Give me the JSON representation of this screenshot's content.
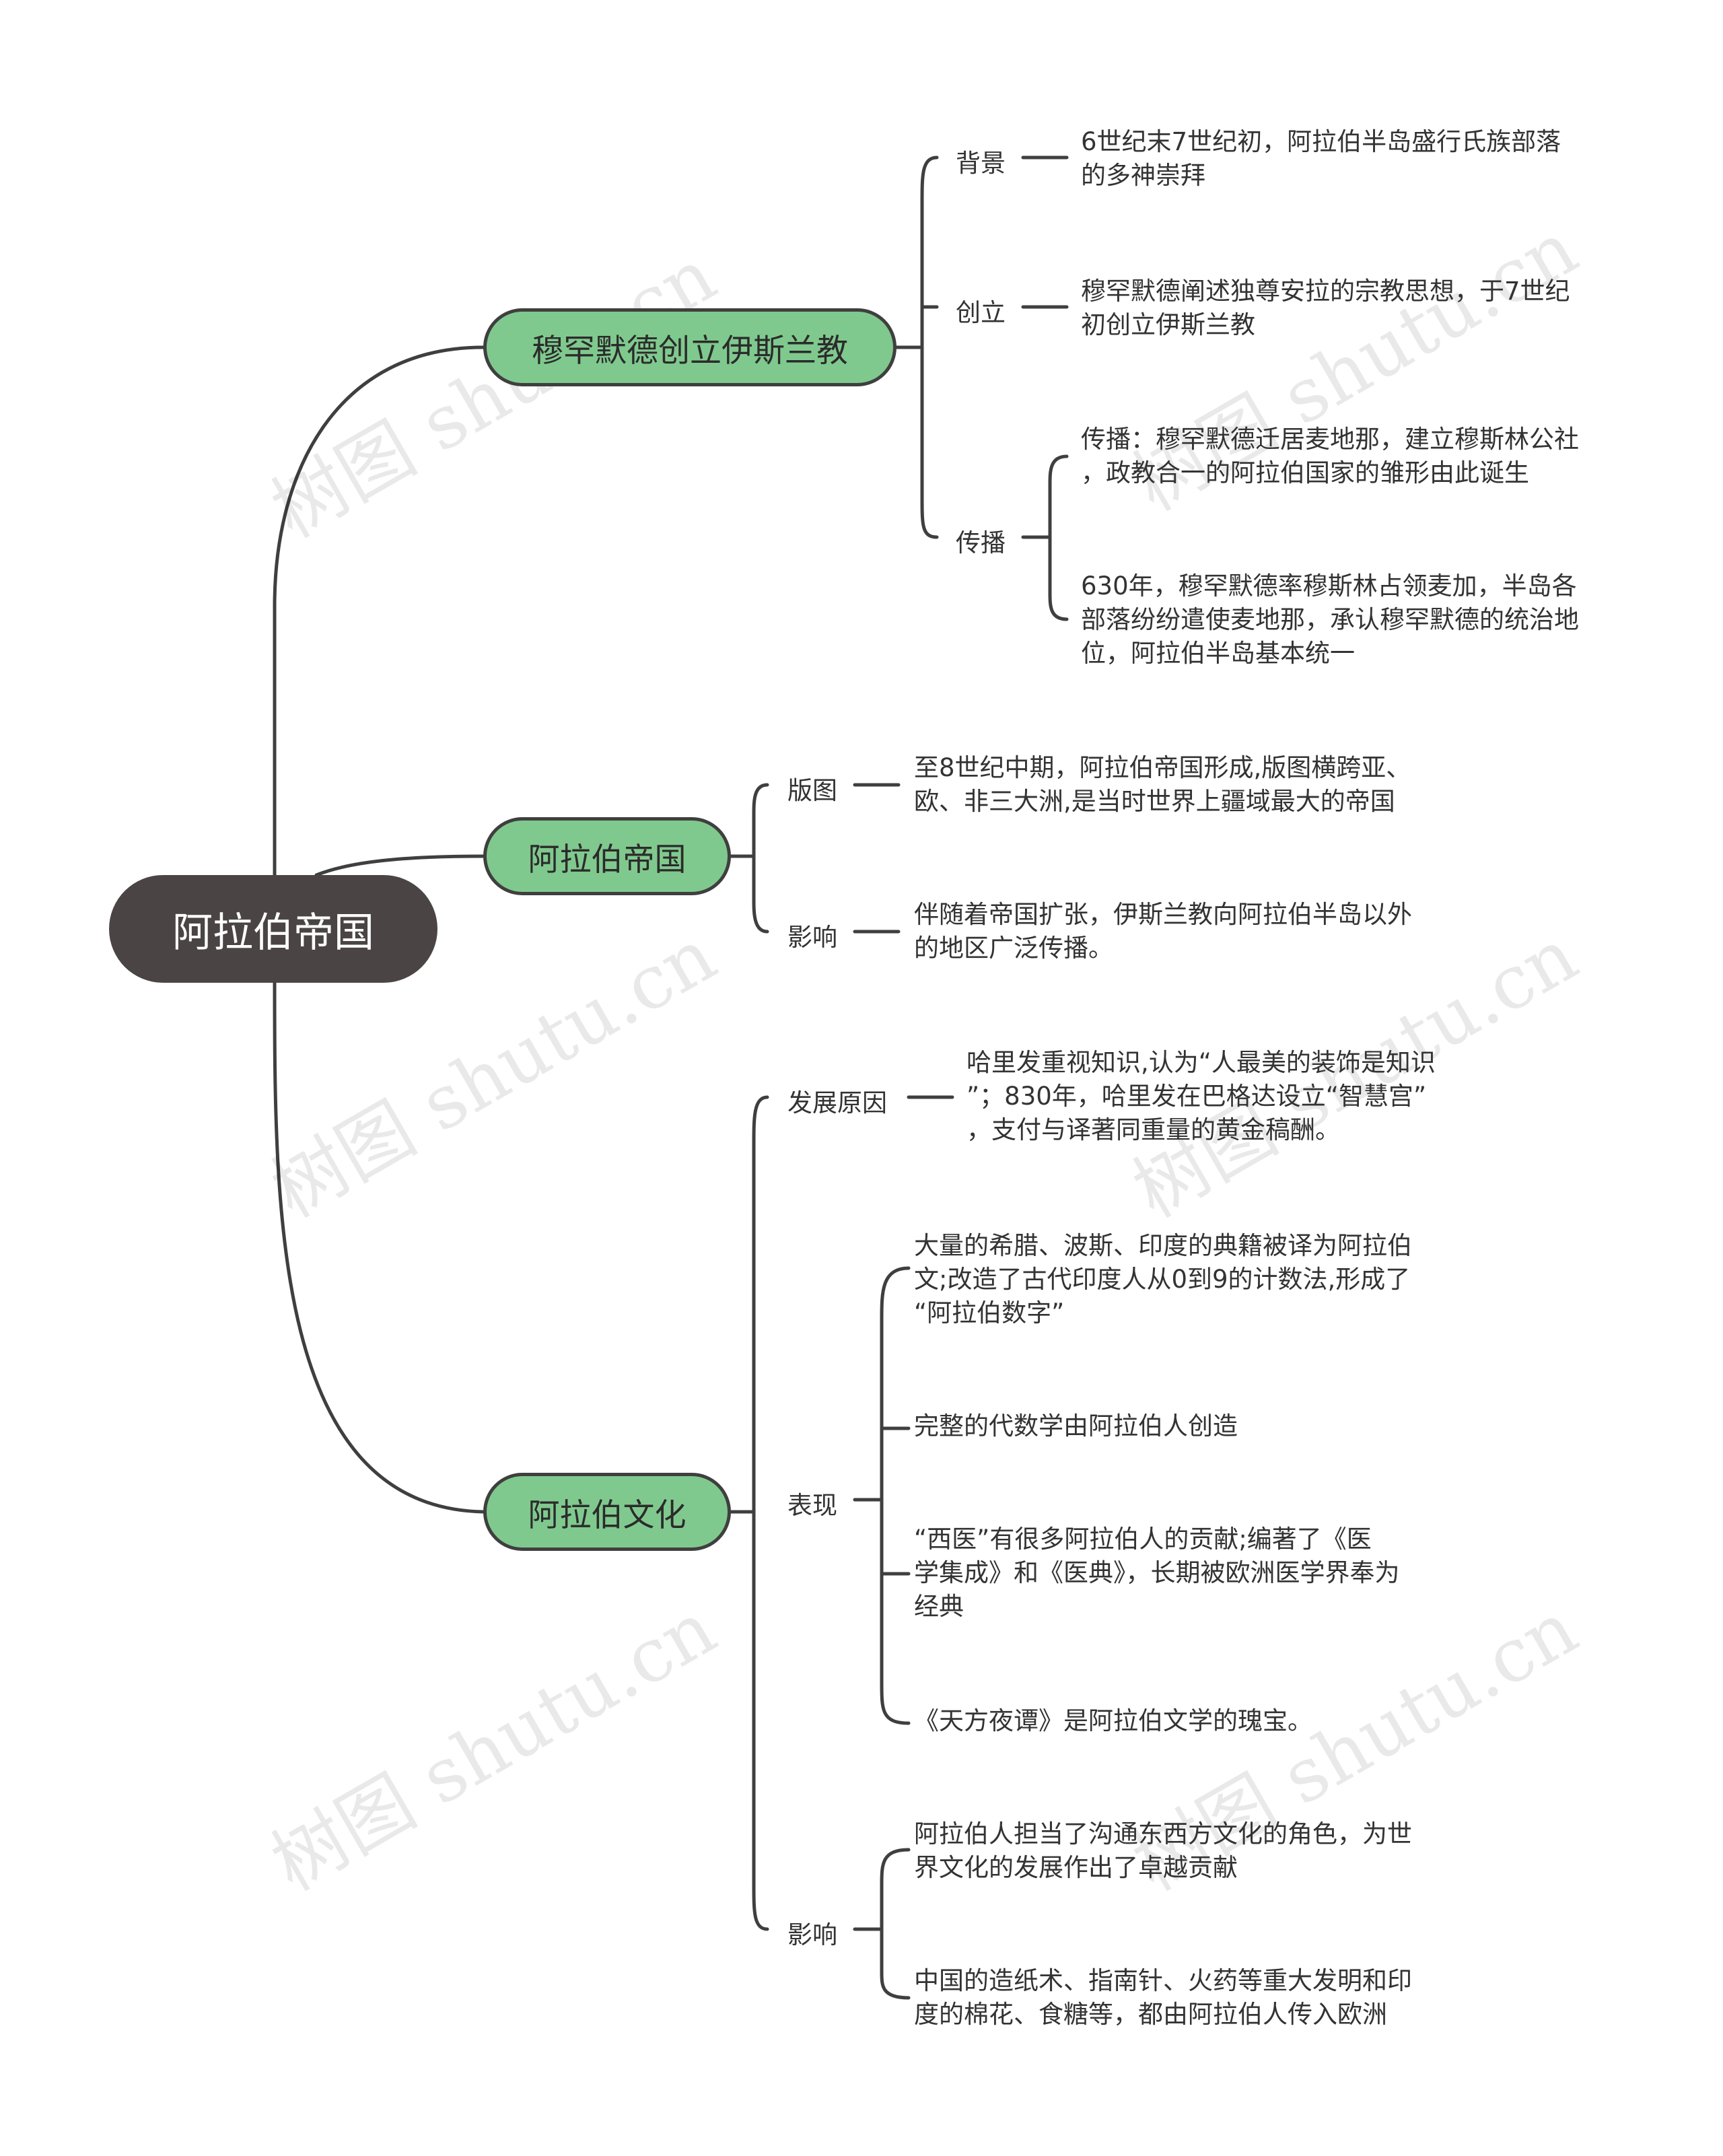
{
  "root": {
    "label": "阿拉伯帝国"
  },
  "watermark": "树图 shutu.cn",
  "branches": [
    {
      "label": "穆罕默德创立伊斯兰教",
      "children": [
        {
          "label": "背景",
          "leaves": [
            "6世纪末7世纪初，阿拉伯半岛盛行氏族部落\n的多神崇拜"
          ]
        },
        {
          "label": "创立",
          "leaves": [
            "穆罕默德阐述独尊安拉的宗教思想，于7世纪\n初创立伊斯兰教"
          ]
        },
        {
          "label": "传播",
          "leaves": [
            "传播：穆罕默德迁居麦地那，建立穆斯林公社\n，政教合一的阿拉伯国家的雏形由此诞生",
            "630年，穆罕默德率穆斯林占领麦加，半岛各\n部落纷纷遣使麦地那，承认穆罕默德的统治地\n位，阿拉伯半岛基本统一"
          ]
        }
      ]
    },
    {
      "label": "阿拉伯帝国",
      "children": [
        {
          "label": "版图",
          "leaves": [
            "至8世纪中期，阿拉伯帝国形成,版图横跨亚、\n欧、非三大洲,是当时世界上疆域最大的帝国"
          ]
        },
        {
          "label": "影响",
          "leaves": [
            "伴随着帝国扩张，伊斯兰教向阿拉伯半岛以外\n的地区广泛传播。"
          ]
        }
      ]
    },
    {
      "label": "阿拉伯文化",
      "children": [
        {
          "label": "发展原因",
          "leaves": [
            "哈里发重视知识,认为“人最美的装饰是知识\n”；830年，哈里发在巴格达设立“智慧宫”\n，支付与译著同重量的黄金稿酬。"
          ]
        },
        {
          "label": "表现",
          "leaves": [
            "大量的希腊、波斯、印度的典籍被译为阿拉伯\n文;改造了古代印度人从0到9的计数法,形成了\n“阿拉伯数字”",
            "完整的代数学由阿拉伯人创造",
            "“西医”有很多阿拉伯人的贡献;编著了《医\n学集成》和《医典》，长期被欧洲医学界奉为\n经典",
            "《天方夜谭》是阿拉伯文学的瑰宝。"
          ]
        },
        {
          "label": "影响",
          "leaves": [
            "阿拉伯人担当了沟通东西方文化的角色，为世\n界文化的发展作出了卓越贡献",
            "中国的造纸术、指南针、火药等重大发明和印\n度的棉花、食糖等，都由阿拉伯人传入欧洲"
          ]
        }
      ]
    }
  ]
}
